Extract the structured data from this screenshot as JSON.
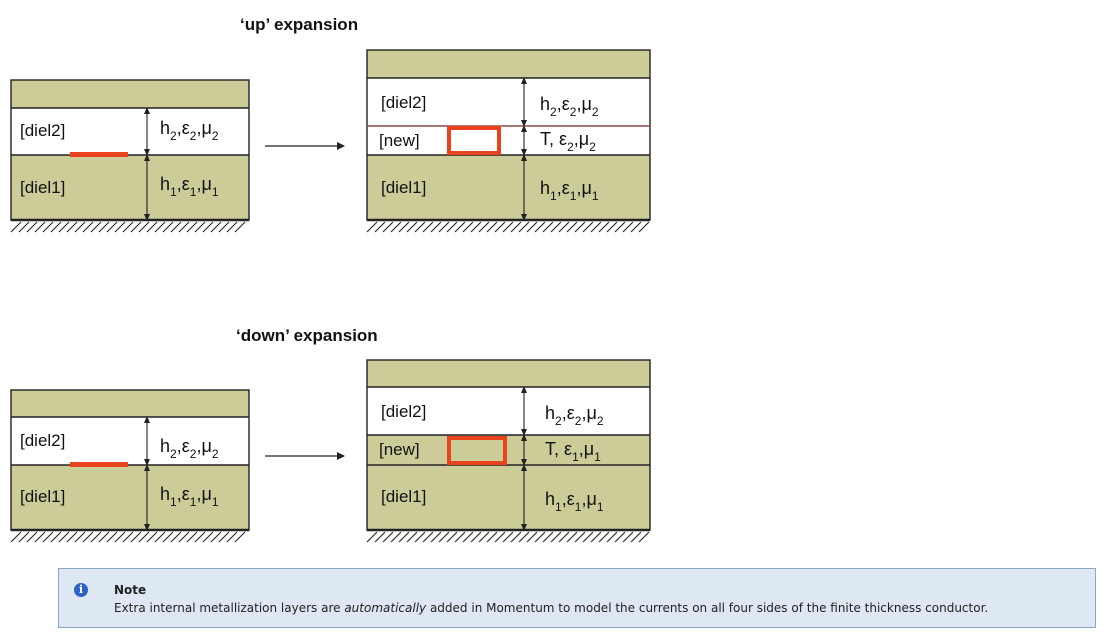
{
  "titles": {
    "up": "‘up’ expansion",
    "down": "‘down’ expansion"
  },
  "layers": {
    "diel2": "[diel2]",
    "diel1": "[diel1]",
    "new": "[new]"
  },
  "props": {
    "h": "h",
    "T": "T",
    "eps": "ε",
    "mu": "μ",
    "sub1": "1",
    "sub2": "2",
    "sep": ","
  },
  "colors": {
    "dielectric_tan": "#cccc99",
    "conductor_red": "#e8431d",
    "note_bg": "#dde8f3",
    "note_border": "#8aa7c7",
    "info_blue": "#2c63c4"
  },
  "note": {
    "icon": "info-icon",
    "title": "Note",
    "text_before": "Extra internal metallization layers are ",
    "text_emphasis": "automatically",
    "text_after": " added in Momentum to model the currents on all four sides of the finite thickness conductor."
  }
}
